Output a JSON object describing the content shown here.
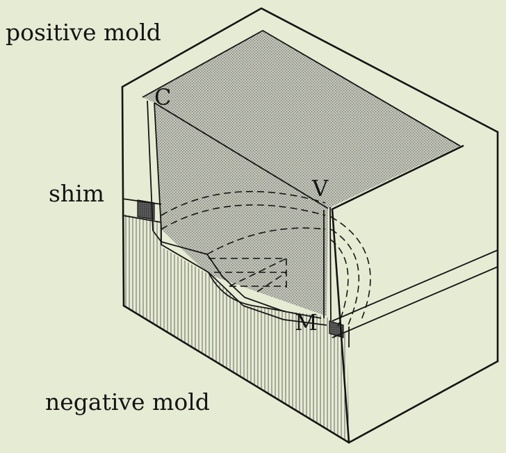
{
  "labels": {
    "positive_mold": "positive mold",
    "shim": "shim",
    "negative_mold": "negative mold",
    "c": "C",
    "v": "V",
    "m": "M"
  },
  "colors": {
    "background": "#e6ebd3",
    "line": "#141414",
    "stipple_fill": "#b9bcb0",
    "face_fill": "#e6ebd3",
    "shim_dark": "#4a4a4a"
  }
}
